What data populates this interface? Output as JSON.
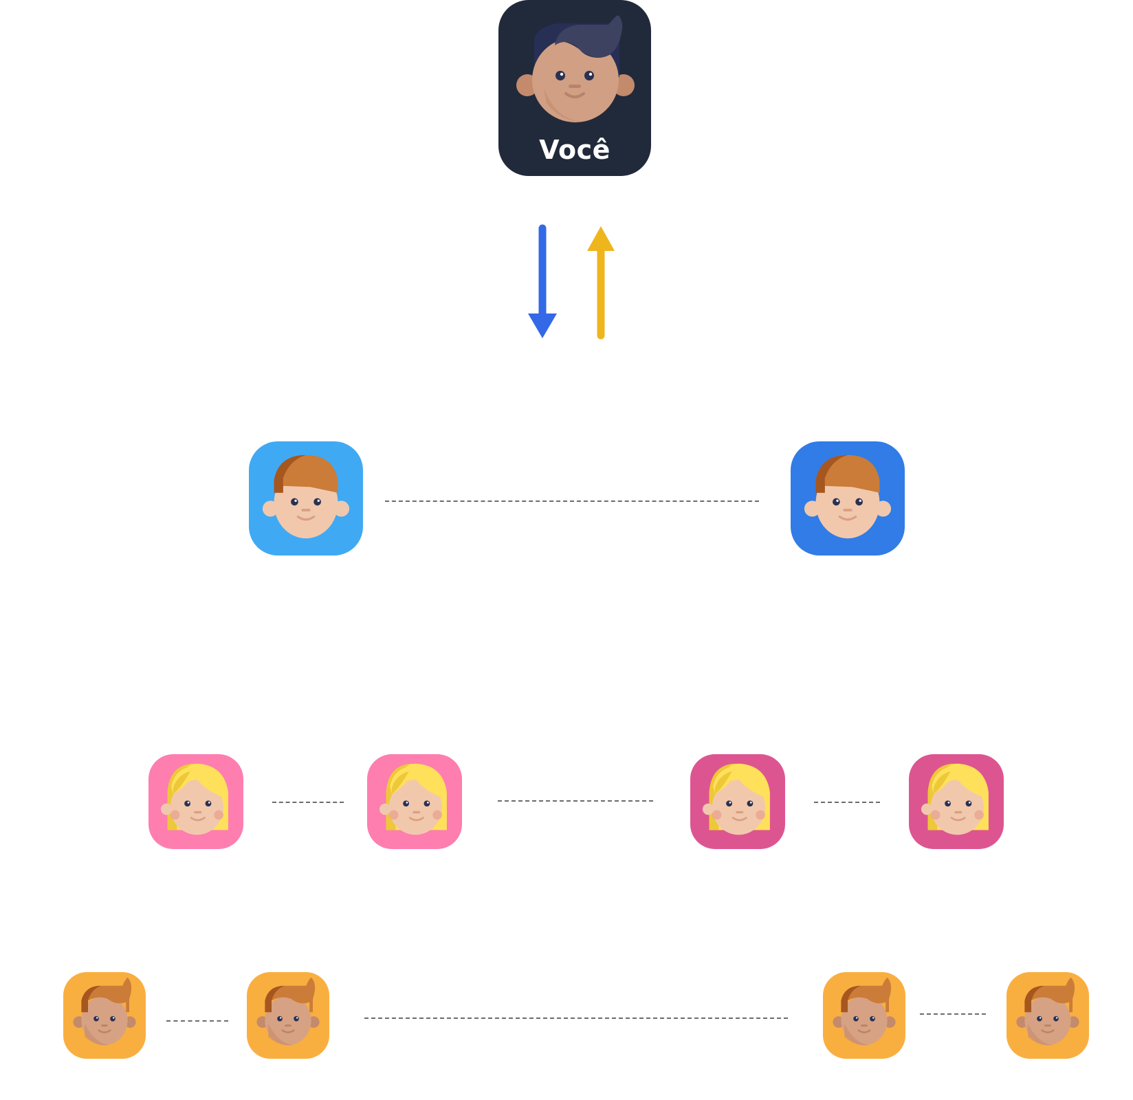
{
  "you_node": {
    "label": "Você",
    "tile_color": "#212A3B",
    "hair_color": "#272F55",
    "skin_color": "#D09F84"
  },
  "arrows": {
    "down_color": "#3369E6",
    "up_color": "#EEB51D"
  },
  "levels": [
    {
      "name": "level-1",
      "tile_colors": [
        "#40A9F4",
        "#317CE6"
      ],
      "avatar": "boy-brown-hair-icon"
    },
    {
      "name": "level-2",
      "tile_colors": [
        "#FD7EAF",
        "#FD7EAF",
        "#DD5590",
        "#DD5590"
      ],
      "avatar": "girl-blonde-hair-icon"
    },
    {
      "name": "level-3",
      "tile_colors": [
        "#F9AF3F",
        "#F9AF3F",
        "#F9AF3F",
        "#F9AF3F"
      ],
      "avatar": "boy-orange-hair-icon"
    }
  ],
  "connector_color": "#6B6B6B"
}
